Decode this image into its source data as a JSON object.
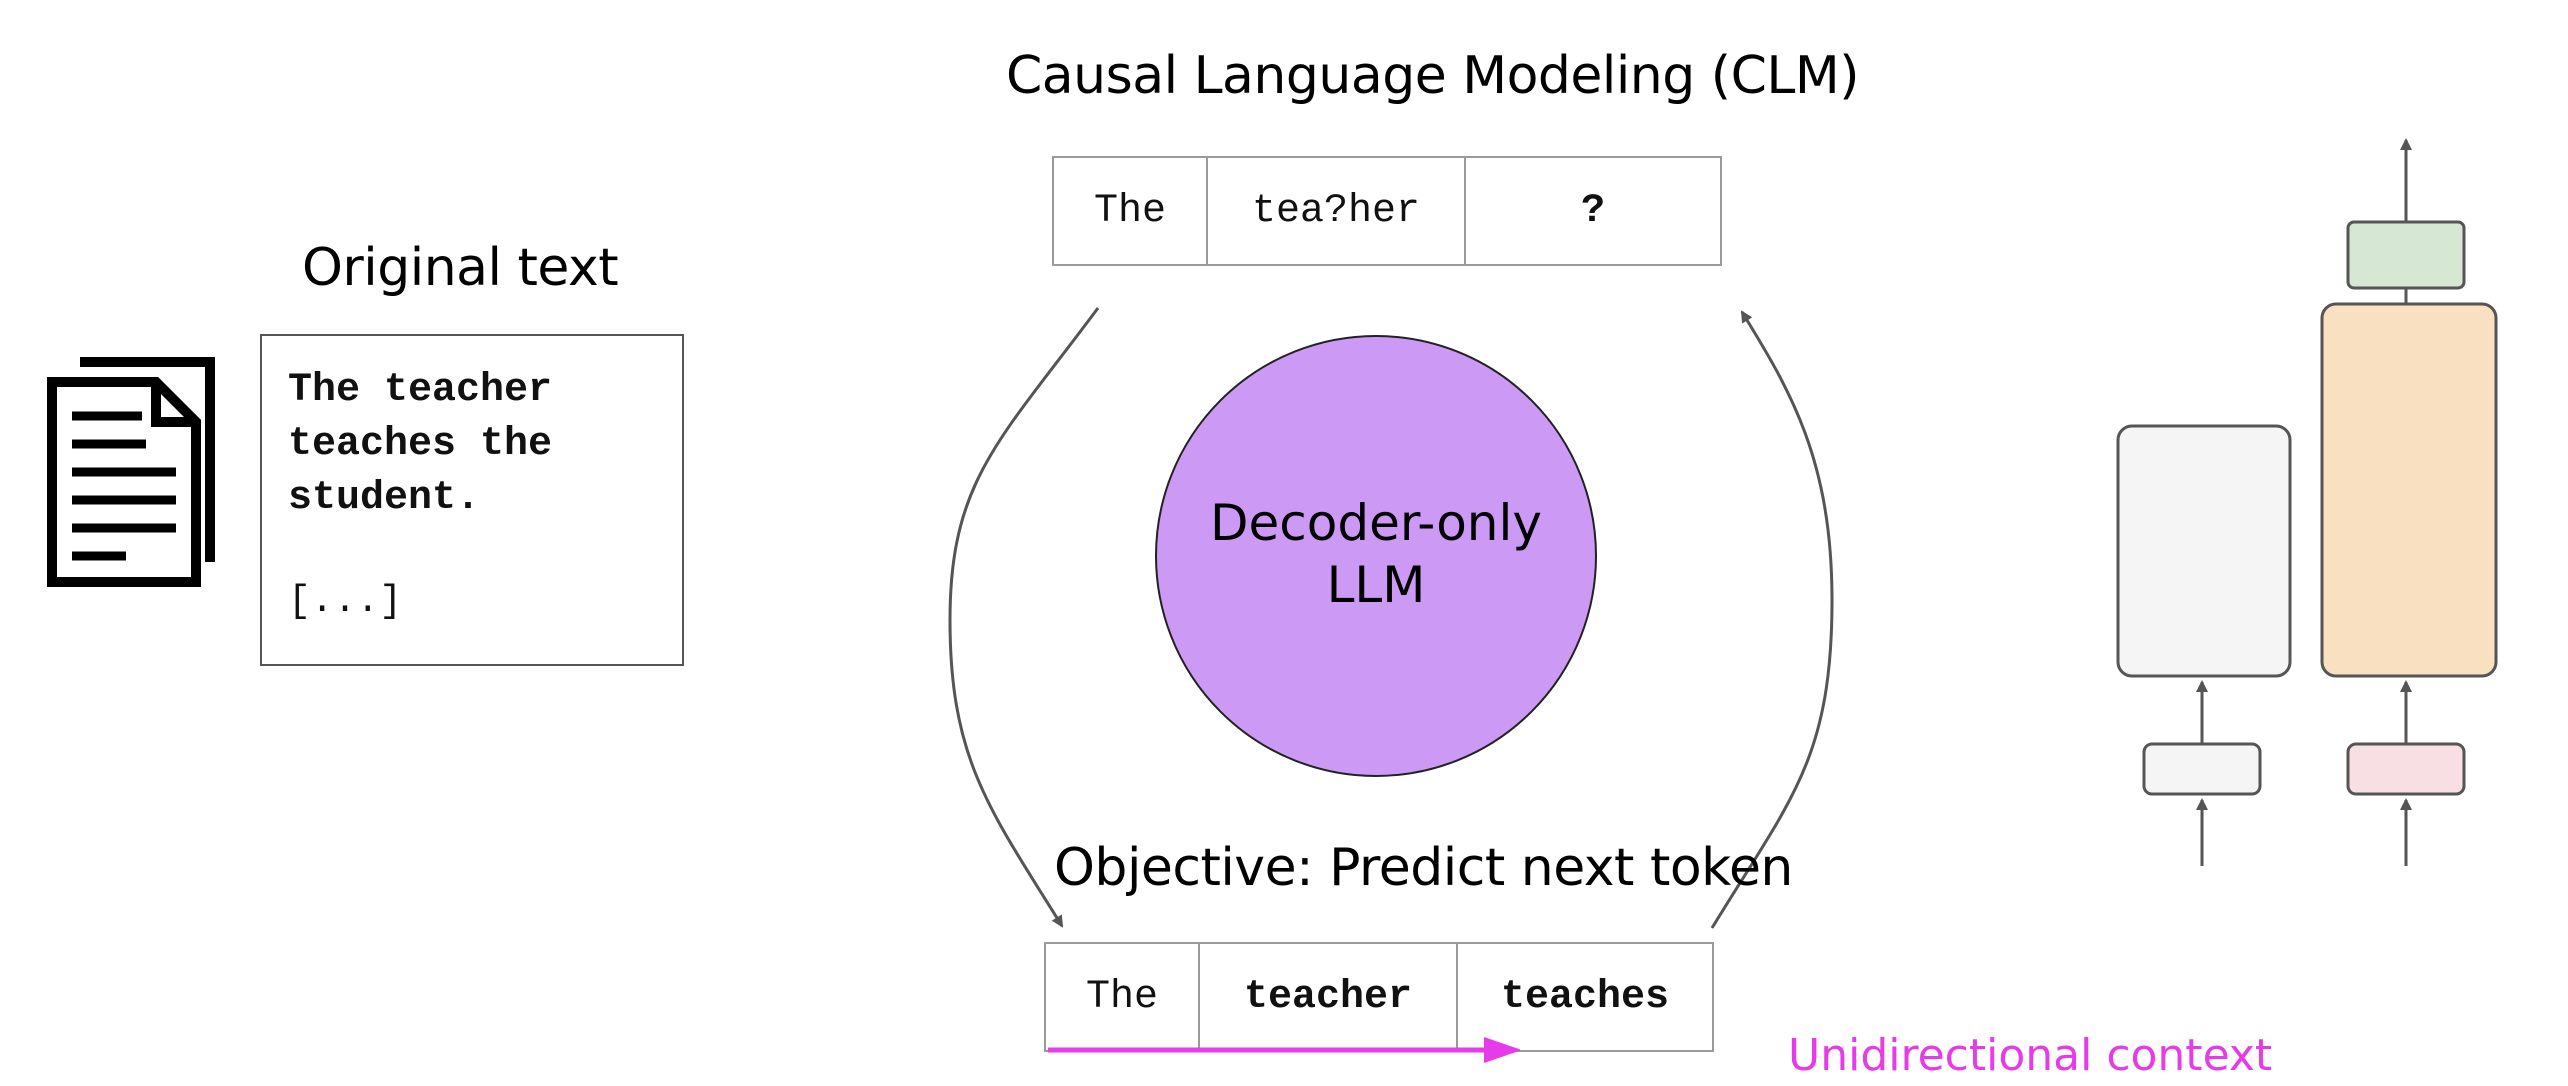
{
  "left": {
    "title": "Original text",
    "text": "The teacher\nteaches the\nstudent.",
    "ellipsis": "[...]"
  },
  "center": {
    "title": "Causal Language Modeling (CLM)",
    "top_tokens": [
      "The",
      "tea?her",
      "?"
    ],
    "model_label_line1": "Decoder-only",
    "model_label_line2": "LLM",
    "objective": "Objective: Predict next token",
    "bottom_tokens": [
      "The",
      "teacher",
      "teaches"
    ],
    "context_label": "Unidirectional context"
  },
  "colors": {
    "model_circle": "#cc99f5",
    "context_arrow": "#e63be8",
    "block_large": "#f9e0c0",
    "block_top": "#d6e8d4",
    "embed_pink": "#f8dfe3",
    "block_gray": "#f5f5f5"
  }
}
